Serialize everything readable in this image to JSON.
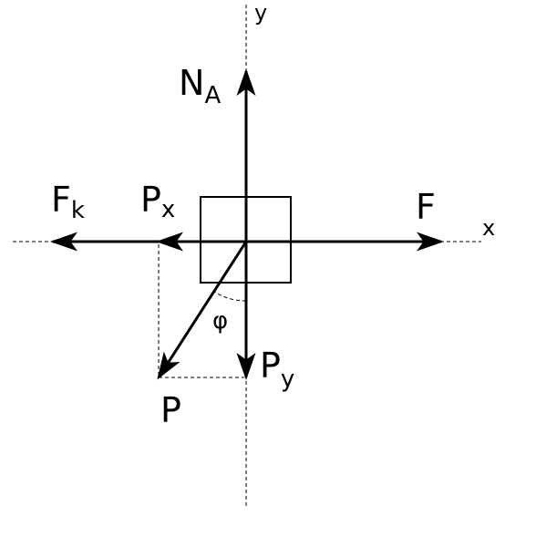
{
  "diagram": {
    "axes": {
      "x_label": "x",
      "y_label": "y"
    },
    "forces": {
      "normal": {
        "main": "N",
        "sub": "A"
      },
      "friction": {
        "main": "F",
        "sub": "k"
      },
      "applied": {
        "main": "F"
      },
      "px": {
        "main": "P",
        "sub": "x"
      },
      "py": {
        "main": "P",
        "sub": "y"
      },
      "p": {
        "main": "P"
      }
    },
    "angle_label": "φ",
    "colors": {
      "stroke": "#000000",
      "background": "#ffffff"
    }
  }
}
